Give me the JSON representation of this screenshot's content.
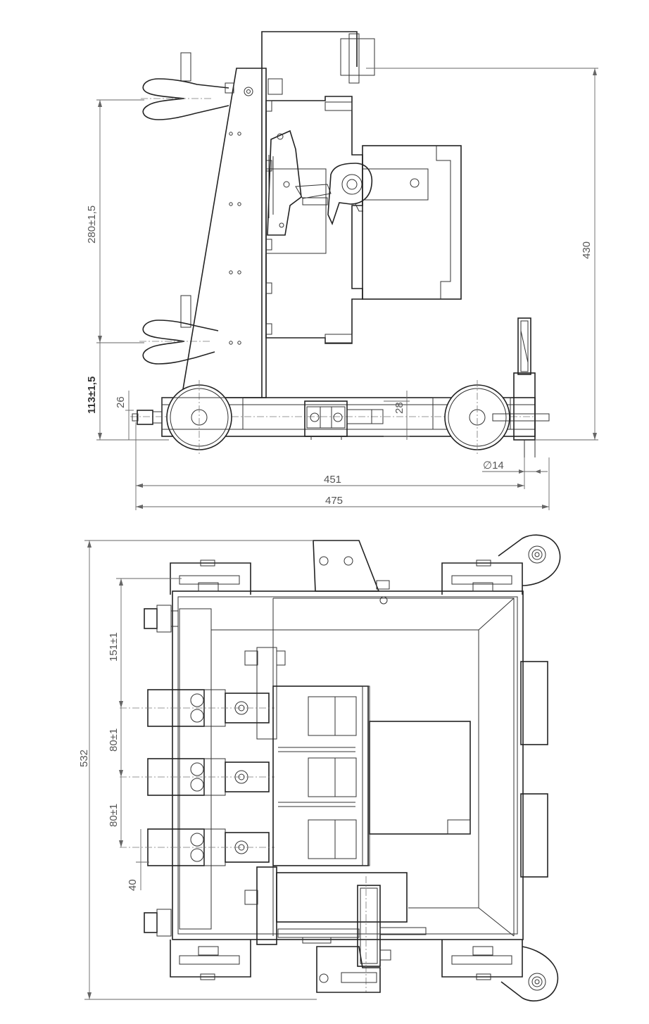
{
  "side_view": {
    "dim_height_total": "430",
    "dim_terminal_spacing": "280±1,5",
    "dim_lower_terminal_height": "113±1,5",
    "dim_rail_height": "26",
    "dim_bracket_height": "28",
    "dim_pin_diameter": "∅14",
    "dim_wheelbase": "451",
    "dim_overall_length": "475"
  },
  "top_view": {
    "dim_overall_width": "532",
    "dim_pole_offset": "151±1",
    "dim_pole_pitch_1": "80±1",
    "dim_pole_pitch_2": "80±1",
    "dim_terminal_width": "40"
  }
}
